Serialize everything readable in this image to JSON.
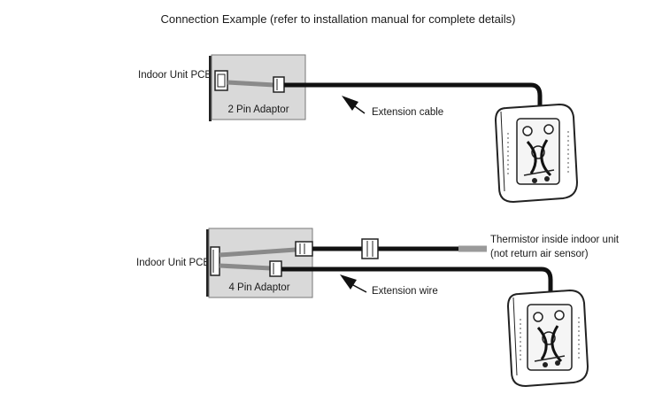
{
  "title": "Connection Example (refer to installation manual for complete details)",
  "example_2pin": {
    "pcb_label": "Indoor Unit PCB",
    "adaptor_label": "2 Pin Adaptor",
    "cable_label": "Extension cable"
  },
  "example_4pin": {
    "pcb_label": "Indoor Unit PCB",
    "adaptor_label": "4 Pin Adaptor",
    "thermistor_line1": "Thermistor inside indoor unit",
    "thermistor_line2": "(not return air sensor)",
    "wire_label": "Extension wire"
  },
  "colors": {
    "cable": "#111111",
    "adaptor_box": "#d9d9d9",
    "thermistor_lead": "#9a9a9a"
  }
}
